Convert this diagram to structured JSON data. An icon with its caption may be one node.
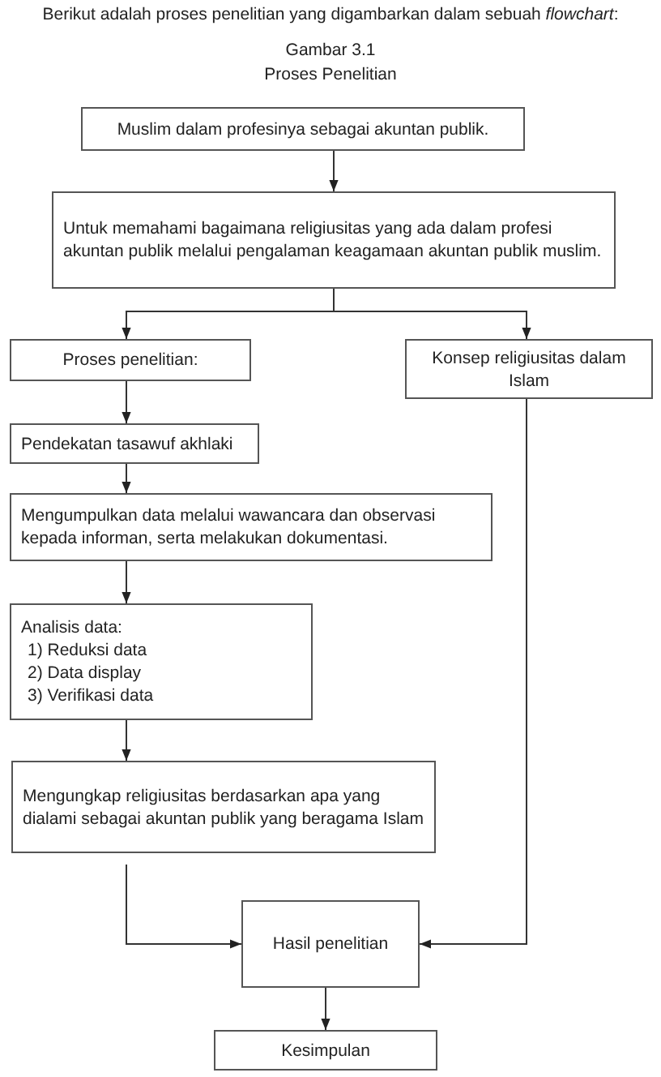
{
  "diagram": {
    "nodes": [
      {
        "text": [
          "Muslim dalam profesinya sebagai akuntan publik."
        ]
      },
      {
        "text": [
          "Untuk memahami bagaimana religiusitas yang ada dalam profesi akuntan publik melalui pengalaman keagamaan akuntan publik muslim."
        ]
      },
      {
        "text": [
          "Proses penelitian:"
        ]
      },
      {
        "text": [
          "Konsep religiusitas dalam Islam"
        ]
      },
      {
        "text": [
          "Pendekatan tasawuf akhlaki"
        ]
      },
      {
        "text": [
          "Mengumpulkan data melalui wawancara dan observasi kepada informan, serta melakukan dokumentasi."
        ]
      },
      {
        "text": [
          "Analisis data:",
          "1) Reduksi data",
          "2) Data display",
          "3) Verifikasi data"
        ]
      },
      {
        "text": [
          "Mengungkap religiusitas berdasarkan apa yang dialami sebagai akuntan publik yang beragama Islam"
        ]
      },
      {
        "text": [
          "Hasil penelitian"
        ]
      },
      {
        "text": [
          "Kesimpulan"
        ]
      }
    ],
    "edges": [
      {
        "from": 0,
        "to": 1,
        "arrow": "to"
      },
      {
        "from": 1,
        "to": 2,
        "arrow": "to"
      },
      {
        "from": 1,
        "to": 3,
        "arrow": "to"
      },
      {
        "from": 2,
        "to": 4,
        "arrow": "to"
      },
      {
        "from": 4,
        "to": 5,
        "arrow": "to"
      },
      {
        "from": 5,
        "to": 6,
        "arrow": "to"
      },
      {
        "from": 6,
        "to": 7,
        "arrow": "to"
      },
      {
        "from": 7,
        "to": 8,
        "arrow": "to"
      },
      {
        "from": 3,
        "to": 8,
        "arrow": "to"
      },
      {
        "from": 8,
        "to": 9,
        "arrow": "to"
      }
    ],
    "labels": [
      "Berikut adalah proses penelitian yang digambarkan dalam sebuah *flowchart*:",
      "Gambar 3.1",
      "Proses Penelitian"
    ]
  }
}
